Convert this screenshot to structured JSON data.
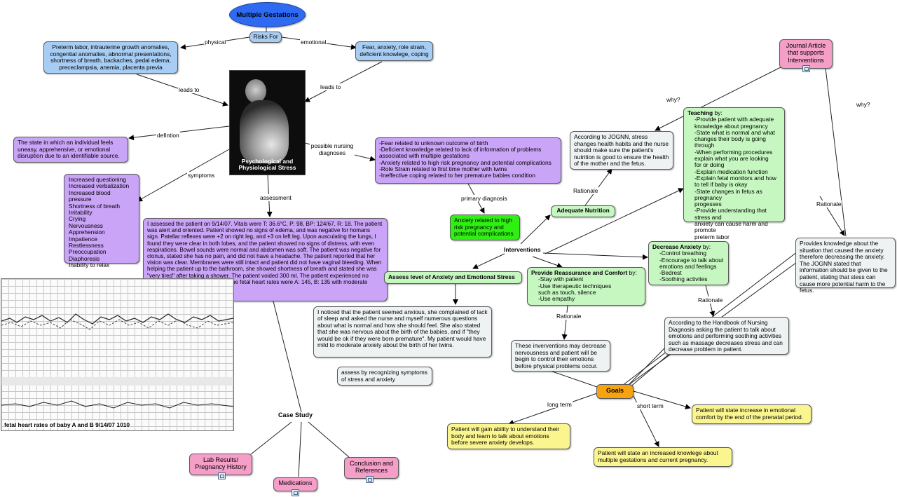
{
  "title": "Multiple Gestations",
  "risks_for": "Risks For",
  "physical_risks": "Preterm labor, intrauterine growth anomalies, congential anomalies, abnormal presentations, shortness of breath, backaches, pedal edema, prececlampsia, anemia, placenta previa",
  "emotional_risks": "Fear, anxiety, role strain, deficient knowlege, coping",
  "photo_caption": "Psychological and Physiological Stress",
  "definition": "The state in which an individual feels uneasy, apprehensive, or emotional disruption due to an identifiable source.",
  "symptoms": [
    "Increased questioning",
    "Increased verbalization",
    "Increased blood pressure",
    "Shortness of breath",
    "Irritability",
    "Crying",
    "Nervousness",
    "Apprehension",
    "Impatience",
    "Restlessness",
    "Preoccupation",
    "Diaphoresis",
    "Inability to relax"
  ],
  "nursing_diagnoses": [
    "-Fear related to unknown outcome of birth",
    "-Deficient knowledge related to lack of information of problems associated with multiple gestations",
    "-Anxiety related to high risk pregnancy and potential complications",
    "-Role Strain related to first time mother with twins",
    "-Ineffective coping related to her premature babies condition"
  ],
  "primary_diagnosis": "Anxiety related to high risk pregnancy and potential complications",
  "assessment": "I assessed the patient on 9/14/07. Vitals were T: 36.6°C, P: 98, BP: 124/67, R: 18. The patient was alert and oriented. Patient showed no signs of edema, and was negative for homans sign. Patellar reflexes were +2 on right leg, and +3 on left leg. Upon ausculating the lungs, I found they were clear in both lobes, and the patient showed no signs of distress, with even respirations. Bowel sounds were normal and abdomen was soft.  The patient was negative for clonus, stated she has no pain, and did not have a headache. The patient reported that her vision was clear. Membranes were still intact and patient did not have vaginal bleeding. When helping the patient up to the bathroom, she showed shortness of breath and stated she was \"very tired\" after taking a shower. The patient voided 300 ml. The patient experienced no contractions from 0800 to 1200. The fetal heart rates were A: 145, B: 135 with moderate variability and accelerations.",
  "fhr_caption": "fetal heart rates of baby A and B  9/14/07 1010",
  "interventions": "Interventions",
  "assess_level": "Assess level of Anxiety and Emotional Stress",
  "assess_text": "I noticed that the patient seemed anxious, she complained of lack of sleep and asked the nurse and myself numerous questions about what is normal and how she should feel. She also stated that she was nervous about the birth of the babies, and if \"they would be ok if they were born premature\". My patient would have mild to moderate anxiety about the birth of her twins.",
  "assess_symptoms": "assess by recognizing symptoms of stress and anxiety",
  "adequate_nutrition": "Adequate Nutrition",
  "nutrition_rationale": "According to JOGNN, stress changes health habits and the nurse should make sure the patient's nutrition is good to ensure the health of the mother and the fetus.",
  "teaching_title": "Teaching",
  "teaching_by": " by:",
  "teaching_items": [
    "-Provide patient with adequate\n   knowledge about pregnancy",
    "-State what is normal and what\n   changes their body is going\n   through",
    "-When performing procedures\n   explain what you are looking\n   for or doing",
    "-Explain medication function",
    "-Explain fetal monitors and how\n   to tell if baby is okay",
    "-State changes in fetus as pregnancy\n   progesses",
    "-Provide understanding that stress and\n   anxiety can cause harm and promote\n   preterm labor"
  ],
  "journal_article": "Journal Article that supports Interventions",
  "journal_rationale": "Provides knowledge about the situation that caused the anxiety therefore decreasing the anxiety. The JOGNN stated that information should be given to the patient, stating that stess can cause more potential harm to the fetus.",
  "decrease_title": "Decrease Anxiety",
  "decrease_by": " by:",
  "decrease_items": [
    "-Control breathing",
    "-Encourage to talk about\n   emotions and feelings",
    "-Bedrest",
    "-Soothing activites"
  ],
  "reassurance_title": "Provide Reassurance and Comfort",
  "reassurance_by": " by:",
  "reassurance_items": [
    "-Stay with patient",
    "-Use therapeutic techniques\n   such as touch, silence",
    "-Use empathy"
  ],
  "reassurance_rationale": "These inverventions may decrease nervousness and patient will be begin to control their emotions before physical problems occur.",
  "handbook_rationale": "According to the Handbook of Nursing Diagnosis asking the patient to talk about emotions and performing soothing activities such as massage decreases stress and can decrease problem in patient.",
  "goals": "Goals",
  "long_term_goal": "Patient will gain ability to understand their body and learn to talk about emotions before severe anxiety develops.",
  "short_term_goal_1": "Patient will state increase in emotional comfort by the end of the prenatal period.",
  "short_term_goal_2": "Patient will state an increased knowlege about multiple gestations and current pregnancy.",
  "case_study": "Case Study",
  "lab_results": "Lab Results/ Pregnancy History",
  "medications": "Medications",
  "conclusion": "Conclusion and References",
  "link_labels": {
    "physical": "physical",
    "emotional": "emotional",
    "leads_to_1": "leads to",
    "leads_to_2": "leads to",
    "definition": "defintion",
    "symptoms": "symptoms",
    "possible_nursing_diagnoses": "possible nursing diagnoses",
    "assessment": "assessment",
    "primary_diagnosis": "primary diagnosis",
    "why_1": "why?",
    "why_2": "why?",
    "rationale_1": "Rationale",
    "rationale_2": "Rationale",
    "rationale_3": "Rationale",
    "rationale_4": "Rationale",
    "long_term": "long term",
    "short_term": "short term"
  },
  "colors": {
    "title_oval": "#2f6bf2",
    "blue_node": "#a7cdf4",
    "purple_node": "#c9a4f7",
    "green_node": "#c6f7c1",
    "bright_green": "#2ff012",
    "gray_node": "#eef2f3",
    "yellow_node": "#fbf590",
    "pink_node": "#f59ec8",
    "orange_goal": "#f6a30f"
  }
}
